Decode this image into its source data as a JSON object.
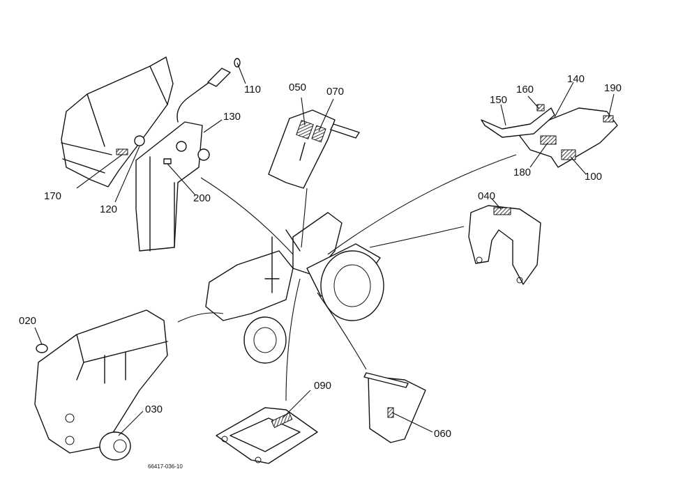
{
  "labels": {
    "p110": "110",
    "p130": "130",
    "p170": "170",
    "p120": "120",
    "p200": "200",
    "p050": "050",
    "p070": "070",
    "p150": "150",
    "p160": "160",
    "p140": "140",
    "p190": "190",
    "p180": "180",
    "p100": "100",
    "p040": "040",
    "p020": "020",
    "p030": "030",
    "p090": "090",
    "p060": "060"
  },
  "drawing_code": "66417-036-10"
}
